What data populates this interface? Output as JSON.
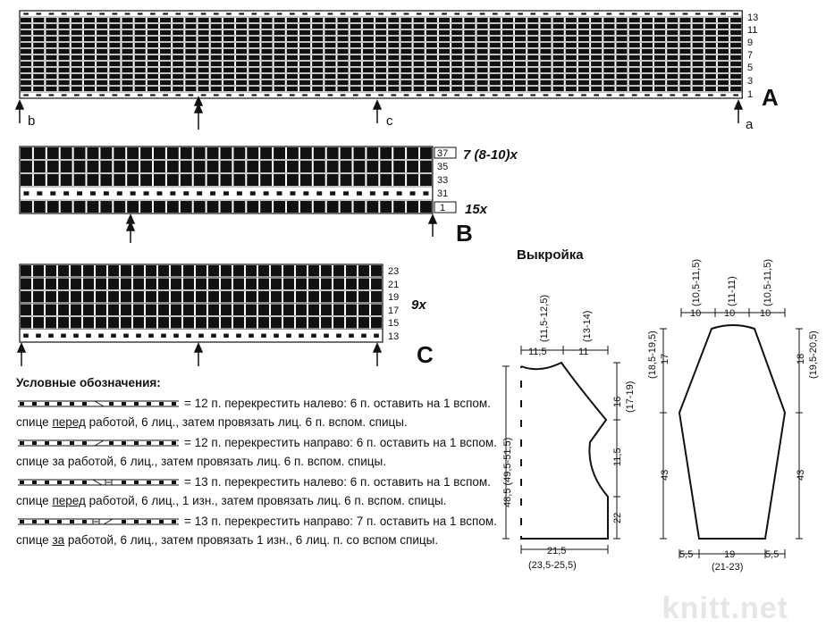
{
  "chart_a": {
    "rows": [
      "13",
      "11",
      "9",
      "7",
      "5",
      "3",
      "1"
    ],
    "letter": "A",
    "markers": {
      "a": "a",
      "b": "b",
      "c": "c"
    }
  },
  "chart_b": {
    "rows": [
      "37",
      "35",
      "33",
      "31",
      "1"
    ],
    "repeat_top": "7 (8-10)x",
    "repeat_bottom": "15x",
    "letter": "B"
  },
  "chart_c": {
    "rows": [
      "23",
      "21",
      "19",
      "17",
      "15",
      "13"
    ],
    "repeat": "9x",
    "letter": "C"
  },
  "pattern_title": "Выкройка",
  "legend": {
    "title": "Условные обозначения:",
    "items": [
      {
        "pre": "= 12 п. перекрестить налево: 6 п. оставить на 1 вспом. спице ",
        "u": "перед",
        "post": " работой, 6 лиц., затем провязать лиц. 6 п. вспом. спицы."
      },
      {
        "pre": "= 12 п. перекрестить направо: 6 п. оставить на 1 вспом. спице за работой, 6 лиц., затем провязать лиц. 6 п. вспом. спицы.",
        "u": "",
        "post": ""
      },
      {
        "pre": "= 13 п. перекрестить налево: 6 п. оставить на 1 вспом. спице ",
        "u": "перед",
        "post": " работой, 6 лиц., 1 изн., затем провязать лиц. 6 п. вспом. спицы."
      },
      {
        "pre": "= 13 п. перекрестить направо: 7 п. оставить на 1 вспом. спице ",
        "u": "за",
        "post": " работой, 6 лиц., затем провязать 1 изн., 6 лиц. п. со вспом спицы."
      }
    ]
  },
  "front": {
    "top_l": "11,5",
    "top_l2": "(11,5-12,5)",
    "top_r": "11",
    "top_r2": "(13-14)",
    "left_h": "48,5 (49,5-51,5)",
    "r1": "16",
    "r1b": "(17-19)",
    "r2": "11,5",
    "r3": "22",
    "bottom": "21,5",
    "bottom2": "(23,5-25,5)"
  },
  "sleeve": {
    "t1": "10",
    "t1b": "(10,5-11,5)",
    "t2": "10",
    "t2b": "(11-11)",
    "t3": "10",
    "t3b": "(10,5-11,5)",
    "l_top": "17",
    "l_top2": "(18,5-19,5)",
    "l_bot": "43",
    "r_top": "18",
    "r_top2": "(19,5-20,5)",
    "r_bot": "43",
    "b1": "5,5",
    "b2": "19",
    "b2b": "(21-23)",
    "b3": "5,5"
  },
  "watermark": "knitt.net"
}
